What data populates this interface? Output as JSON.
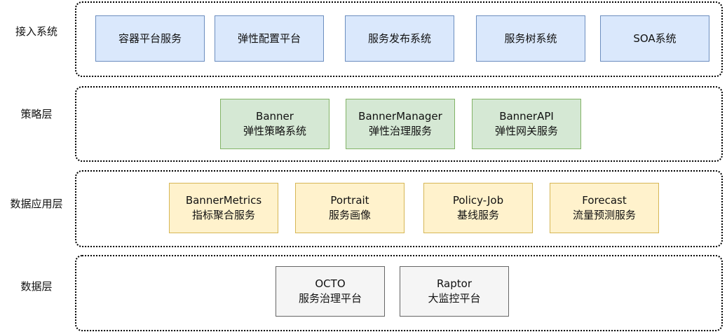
{
  "layers": [
    {
      "label": "接入系统",
      "boxes": [
        {
          "line1": "容器平台服务"
        },
        {
          "line1": "弹性配置平台"
        },
        {
          "line1": "服务发布系统"
        },
        {
          "line1": "服务树系统"
        },
        {
          "line1": "SOA系统"
        }
      ]
    },
    {
      "label": "策略层",
      "boxes": [
        {
          "line1": "Banner",
          "line2": "弹性策略系统"
        },
        {
          "line1": "BannerManager",
          "line2": "弹性治理服务"
        },
        {
          "line1": "BannerAPI",
          "line2": "弹性网关服务"
        }
      ]
    },
    {
      "label": "数据应用层",
      "boxes": [
        {
          "line1": "BannerMetrics",
          "line2": "指标聚合服务"
        },
        {
          "line1": "Portrait",
          "line2": "服务画像"
        },
        {
          "line1": "Policy-Job",
          "line2": "基线服务"
        },
        {
          "line1": "Forecast",
          "line2": "流量预测服务"
        }
      ]
    },
    {
      "label": "数据层",
      "boxes": [
        {
          "line1": "OCTO",
          "line2": "服务治理平台"
        },
        {
          "line1": "Raptor",
          "line2": "大监控平台"
        }
      ]
    }
  ],
  "colors": {
    "access_fill": "#dae8fc",
    "access_border": "#6c8ebf",
    "strategy_fill": "#d5e8d4",
    "strategy_border": "#82b366",
    "data_app_fill": "#fff2cc",
    "data_app_border": "#d6b656",
    "data_fill": "#f5f5f5",
    "data_border": "#666666"
  }
}
